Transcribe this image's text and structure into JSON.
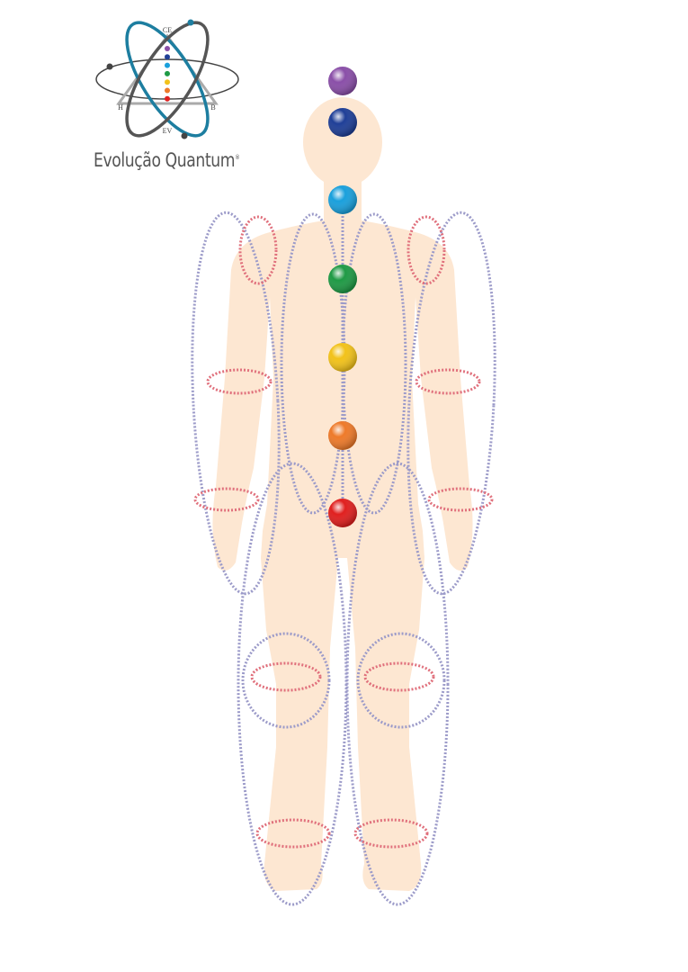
{
  "logo": {
    "brand_name": "Evolução Quantum",
    "registered_mark": "®",
    "labels": {
      "top": "CE",
      "left": "H",
      "right": "B",
      "bottom": "EV"
    }
  },
  "colors": {
    "skin": "#fde7d2",
    "aura_dots": "#9c9bc9",
    "joint_dots": "#e0707c",
    "orbit_blue": "#1d7ea0",
    "orbit_gray": "#555555"
  },
  "chakras": [
    {
      "name": "crown",
      "color": "#8a4fa8"
    },
    {
      "name": "third-eye",
      "color": "#1f3f97"
    },
    {
      "name": "throat",
      "color": "#1aa0dc"
    },
    {
      "name": "heart",
      "color": "#1f9a45"
    },
    {
      "name": "solar-plexus",
      "color": "#f2c21a"
    },
    {
      "name": "sacral",
      "color": "#ee7a2a"
    },
    {
      "name": "root",
      "color": "#e0201f"
    }
  ]
}
